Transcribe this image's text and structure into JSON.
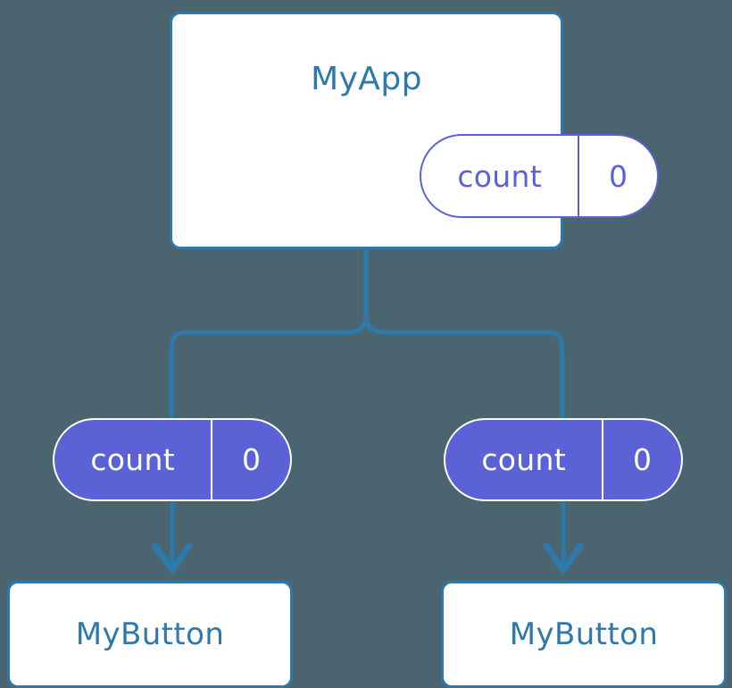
{
  "diagram": {
    "title": "component-state-tree",
    "background_color": "#4b6570",
    "accent_blue": "#2d79ab",
    "accent_purple": "#5b62d6",
    "white": "#ffffff"
  },
  "root": {
    "name": "MyApp",
    "state": {
      "key": "count",
      "value": "0"
    }
  },
  "children": [
    {
      "state": {
        "key": "count",
        "value": "0"
      },
      "component": {
        "name": "MyButton"
      }
    },
    {
      "state": {
        "key": "count",
        "value": "0"
      },
      "component": {
        "name": "MyButton"
      }
    }
  ],
  "connectors": {
    "trunk_label": "state-down-trunk",
    "branch_label": "state-down-branch",
    "arrow_label": "prop-arrow"
  }
}
